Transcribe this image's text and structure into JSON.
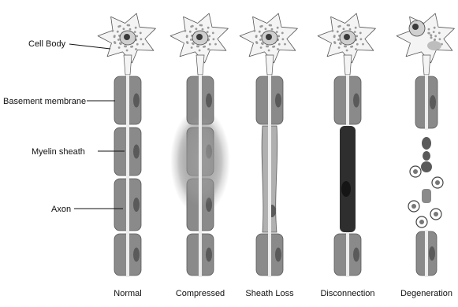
{
  "labels": {
    "cell_body": "Cell Body",
    "basement_membrane": "Basement membrane",
    "myelin_sheath": "Myelin sheath",
    "axon": "Axon"
  },
  "panels": [
    {
      "key": "normal",
      "caption": "Normal"
    },
    {
      "key": "compressed",
      "caption": "Compressed"
    },
    {
      "key": "sheath-loss",
      "caption": "Sheath Loss"
    },
    {
      "key": "disconnection",
      "caption": "Disconnection"
    },
    {
      "key": "degeneration",
      "caption": "Degeneration"
    }
  ],
  "colors": {
    "sheath": "#8a8a8a",
    "sheath_dark": "#5a5a5a",
    "axon": "#ededed",
    "soma": "#f4f4f4",
    "granules": "#9a9a9a",
    "nucleus": "#3a3a3a",
    "swelling": "#a0a0a0"
  }
}
